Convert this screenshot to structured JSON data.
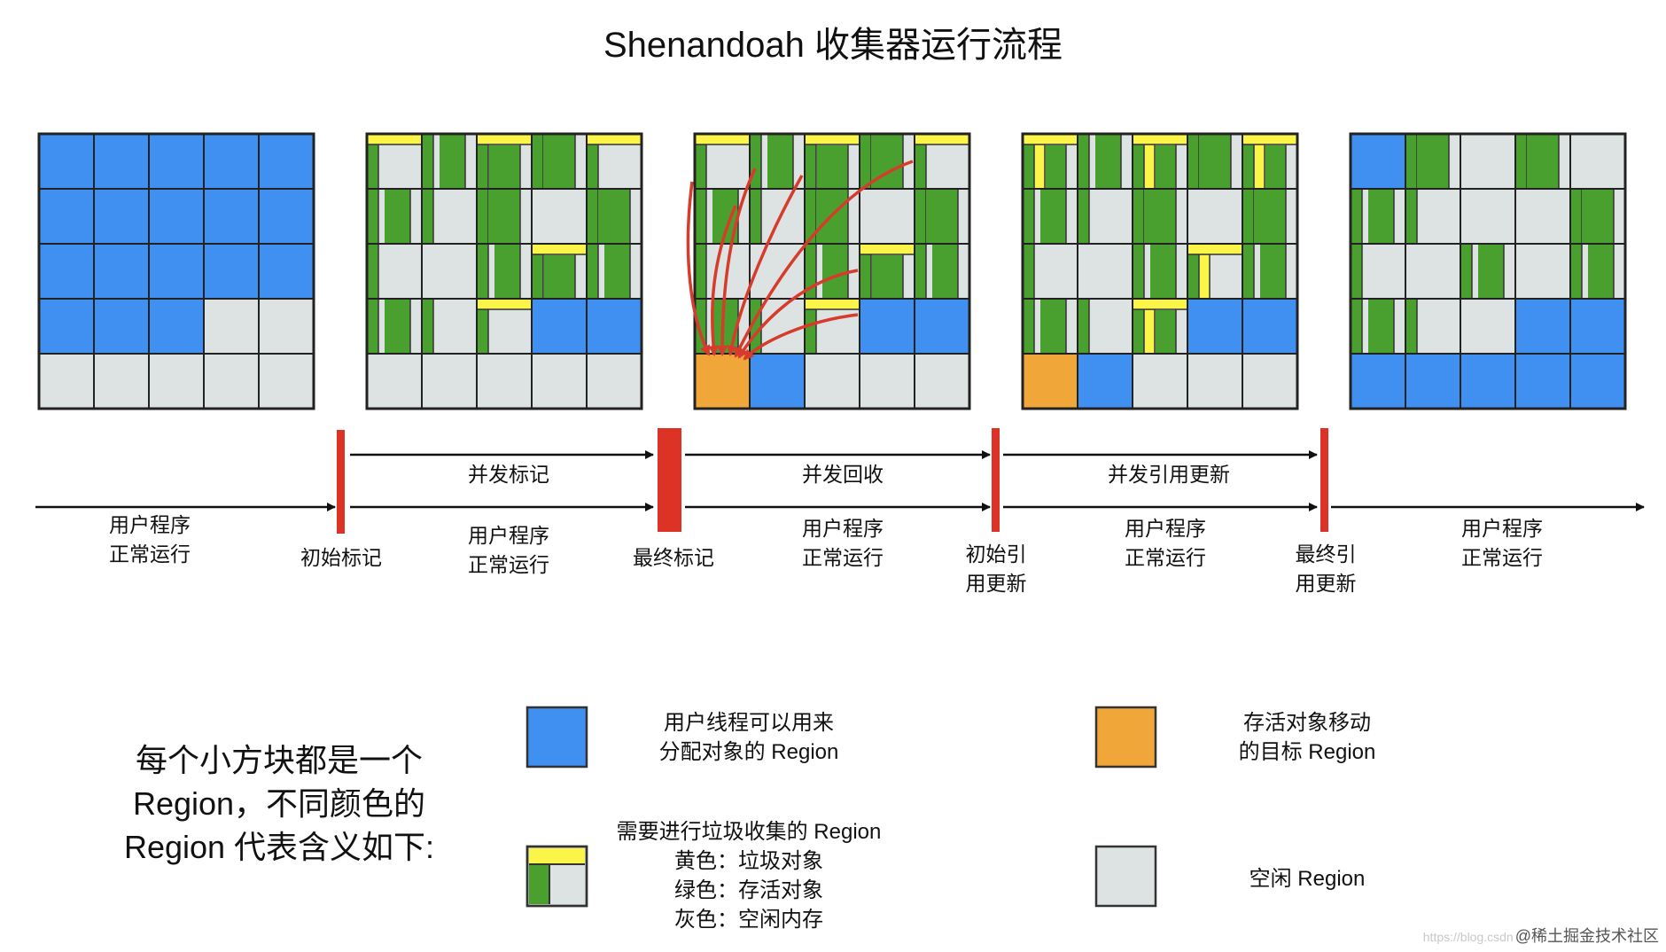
{
  "title": "Shenandoah 收集器运行流程",
  "colors": {
    "user_alloc": "#4090f2",
    "garbage": "#fbf54a",
    "live": "#49a02f",
    "free": "#dde3e3",
    "evac_target": "#f1a63a",
    "border": "#222222",
    "pause_bar": "#dc3326",
    "arrow_red": "#d63b2c"
  },
  "timeline": {
    "top_labels": [
      "并发标记",
      "并发回收",
      "并发引用更新"
    ],
    "bottom_labels": [
      "用户程序\n正常运行",
      "用户程序\n正常运行",
      "用户程序\n正常运行",
      "用户程序\n正常运行",
      "用户程序\n正常运行"
    ],
    "pause_labels": [
      "初始标记",
      "最终标记",
      "初始引\n用更新",
      "最终引\n用更新"
    ]
  },
  "grids": [
    [
      "B",
      "B",
      "B",
      "B",
      "B",
      "B",
      "B",
      "B",
      "B",
      "B",
      "B",
      "B",
      "B",
      "B",
      "B",
      "B",
      "B",
      "B",
      "F",
      "F",
      "F",
      "F",
      "F",
      "F",
      "F"
    ],
    [
      "Y1",
      "G1",
      "Y2",
      "G0",
      "Y1",
      "G1",
      "L0",
      "G0",
      "F",
      "G0",
      "L0",
      "F",
      "G1",
      "Y2",
      "G1",
      "G1",
      "L0",
      "Y1",
      "B",
      "B",
      "F",
      "F",
      "F",
      "F",
      "F"
    ],
    [
      "Y1",
      "G1",
      "Y2",
      "G0",
      "Y1",
      "G1",
      "L0",
      "G0",
      "F",
      "G0",
      "L0",
      "F",
      "G1",
      "Y2",
      "G1",
      "G1",
      "L0",
      "Y1",
      "B",
      "B",
      "O",
      "B",
      "F",
      "F",
      "F"
    ],
    [
      "Y3",
      "G1",
      "Y3",
      "G0",
      "Y3",
      "G1",
      "L0",
      "G0",
      "F",
      "G0",
      "L0",
      "F",
      "G1",
      "Y4",
      "G1",
      "G1",
      "L0",
      "Y3",
      "B",
      "B",
      "O",
      "B",
      "F",
      "F",
      "F"
    ],
    [
      "B",
      "G0",
      "F",
      "G0",
      "F",
      "G1",
      "L0",
      "F",
      "F",
      "G0",
      "L0",
      "F",
      "G1",
      "F",
      "G1",
      "G1",
      "L0",
      "F",
      "B",
      "B",
      "B",
      "B",
      "B",
      "B",
      "B"
    ]
  ],
  "legend": {
    "intro": "每个小方块都是一个\nRegion，不同颜色的\nRegion 代表含义如下:",
    "blue": "用户线程可以用来\n分配对象的 Region",
    "orange": "存活对象移动\n的目标 Region",
    "mixed": "需要进行垃圾收集的 Region\n黄色：垃圾对象\n绿色：存活对象\n灰色：空闲内存",
    "free": "空闲 Region"
  },
  "watermark": {
    "faint": "https://blog.csdn",
    "text": "@稀土掘金技术社区"
  }
}
